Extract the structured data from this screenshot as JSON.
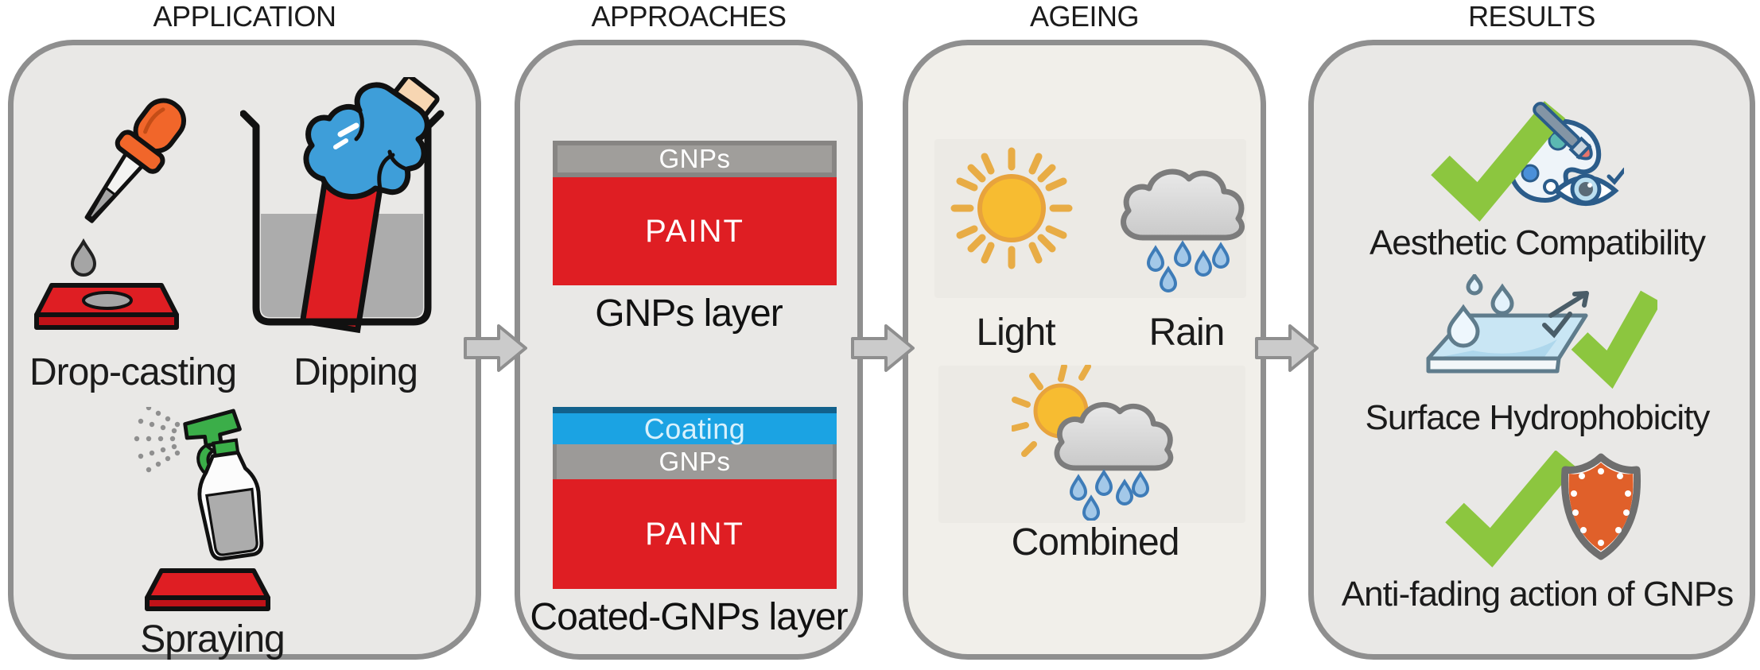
{
  "figure": {
    "kind": "graphical-abstract flow diagram",
    "background": "#ffffff"
  },
  "colors": {
    "panel_bg": "#e9e8e6",
    "panel_bg_ageing": "#f1efea",
    "panel_border": "#8f8f8f",
    "arrow_fill": "#cbcbcb",
    "arrow_stroke": "#8f8f8f",
    "paint_red": "#df1e23",
    "paint_red_dark": "#c01218",
    "gnps_gray": "#9c9a98",
    "coating_cyan": "#1ba3e3",
    "coating_dark_blue": "#12618c",
    "check_green": "#8cc63f",
    "shield_orange": "#e0602a",
    "spray_green": "#3bae49",
    "glove_blue": "#3e9ed9",
    "pipette_orange": "#f1662a",
    "sun_yellow": "#f7bc31",
    "sun_ray_orange": "#e8ac45",
    "cloud_gray": "#d9d9d9",
    "cloud_stroke": "#7c7c7c",
    "raindrop_fill": "#a3c8e8",
    "raindrop_stroke": "#3e7cb8",
    "text": "#1b1b1b"
  },
  "columns": [
    {
      "title": "APPLICATION",
      "items": [
        {
          "label": "Drop-casting",
          "icon": "pipette-drop-slab-icon"
        },
        {
          "label": "Dipping",
          "icon": "gloved-hand-beaker-icon"
        },
        {
          "label": "Spraying",
          "icon": "spray-bottle-slab-icon"
        }
      ]
    },
    {
      "title": "APPROACHES",
      "diagrams": [
        {
          "layers": [
            {
              "text": "GNPs"
            },
            {
              "text": "PAINT"
            }
          ],
          "caption": "GNPs layer"
        },
        {
          "layers": [
            {
              "text": "Coating"
            },
            {
              "text": "GNPs"
            },
            {
              "text": "PAINT"
            }
          ],
          "caption": "Coated-GNPs layer"
        }
      ]
    },
    {
      "title": "AGEING",
      "items": [
        {
          "label": "Light",
          "icon": "sun-icon"
        },
        {
          "label": "Rain",
          "icon": "rain-cloud-icon"
        },
        {
          "label": "Combined",
          "icon": "sun-rain-cloud-icon"
        }
      ]
    },
    {
      "title": "RESULTS",
      "items": [
        {
          "label": "Aesthetic Compatibility",
          "icon": "check-palette-eye-icon"
        },
        {
          "label": "Surface Hydrophobicity",
          "icon": "droplets-surface-check-icon"
        },
        {
          "label": "Anti-fading action of GNPs",
          "icon": "check-shield-icon"
        }
      ]
    }
  ]
}
